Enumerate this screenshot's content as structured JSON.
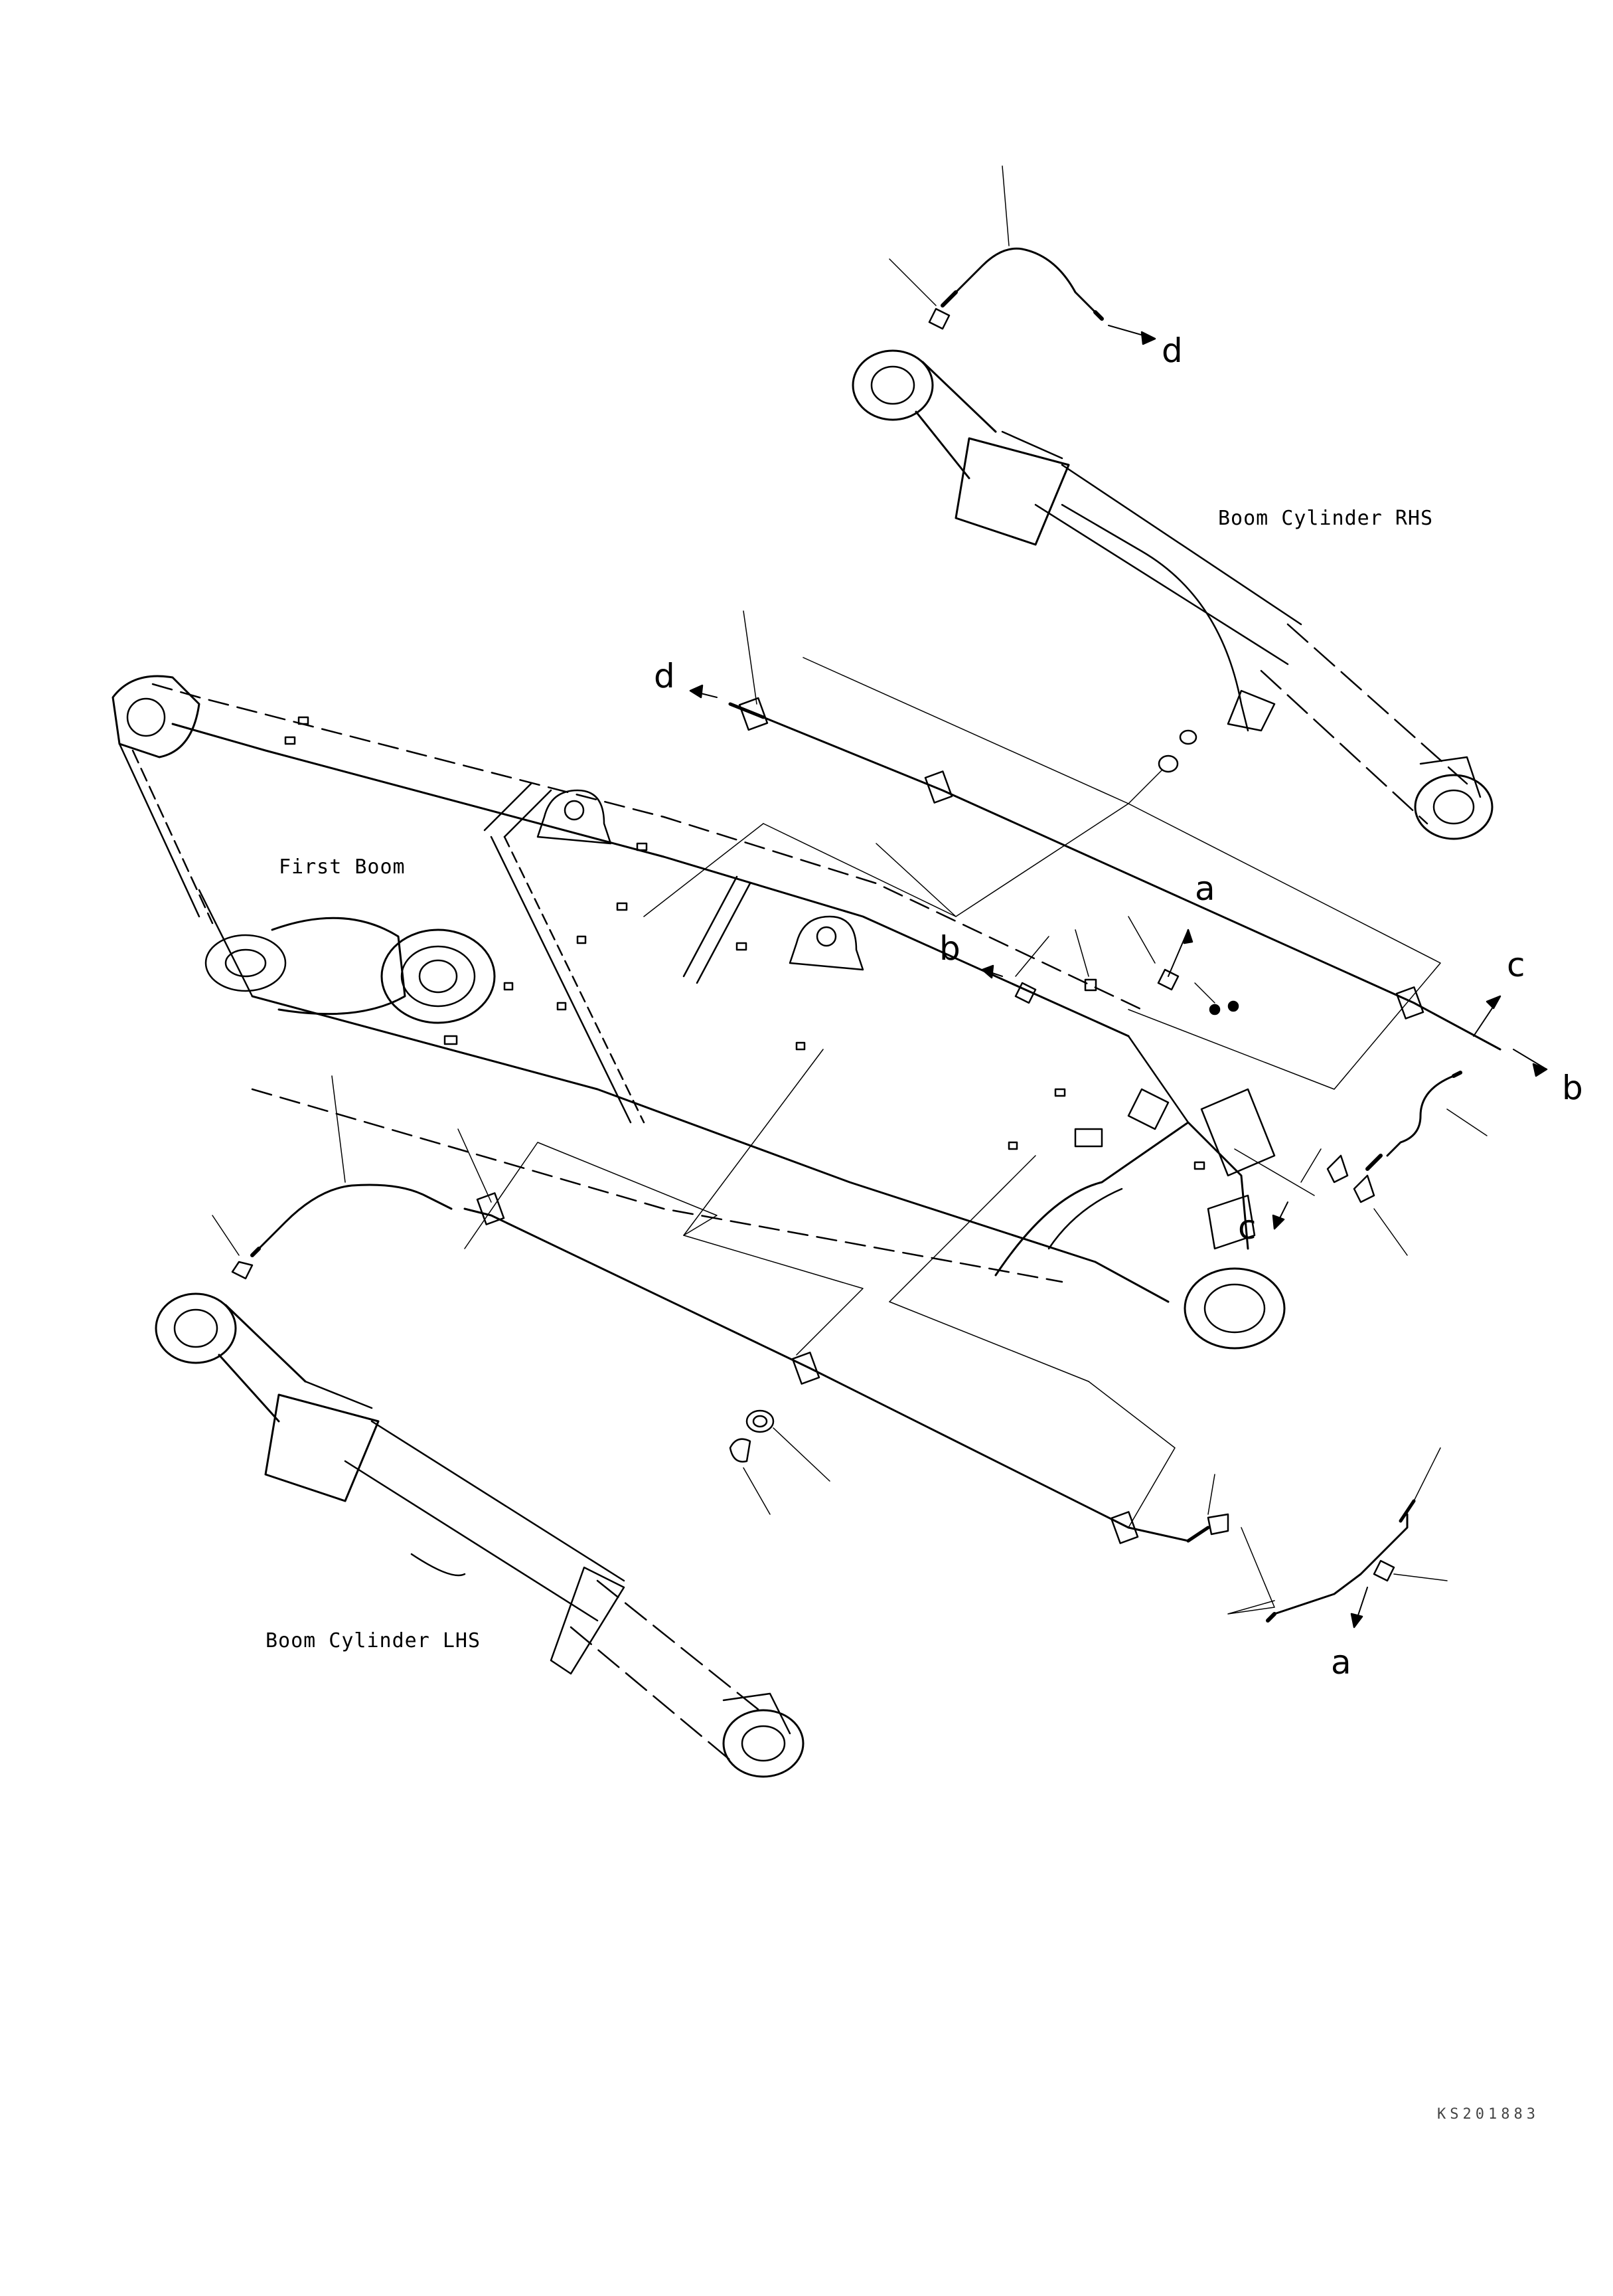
{
  "labels": {
    "first_boom": "First Boom",
    "boom_cylinder_rhs": "Boom Cylinder RHS",
    "boom_cylinder_lhs": "Boom Cylinder LHS"
  },
  "refs": {
    "a": "a",
    "b": "b",
    "c": "c",
    "d": "d"
  },
  "drawing_code": "KS201883",
  "colors": {
    "ink": "#000000",
    "paper": "#ffffff"
  }
}
